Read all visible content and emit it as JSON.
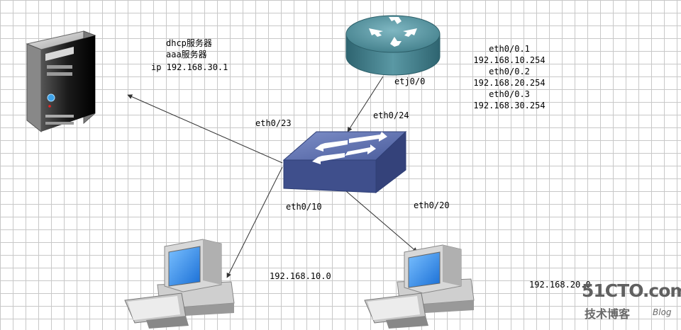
{
  "server_labels": {
    "line1": "dhcp服务器",
    "line2": "aaa服务器",
    "line3": "ip  192.168.30.1"
  },
  "router_labels": {
    "port": "etj0/0",
    "sub1_name": "eth0/0.1",
    "sub1_ip": "192.168.10.254",
    "sub2_name": "eth0/0.2",
    "sub2_ip": "192.168.20.254",
    "sub3_name": "eth0/0.3",
    "sub3_ip": "192.168.30.254"
  },
  "switch_ports": {
    "p23": "eth0/23",
    "p24": "eth0/24",
    "p10": "eth0/10",
    "p20": "eth0/20"
  },
  "pc_labels": {
    "left_net": "192.168.10.0",
    "right_net": "192.168.20.0"
  },
  "watermark": {
    "site": "51CTO.com",
    "tagline": "技术博客",
    "blog": "Blog"
  },
  "colors": {
    "router": "#4a8a96",
    "switch": "#4a5f9e",
    "pc_screen": "#2a7fe0",
    "server_body": "#222222"
  },
  "icons": [
    "server-icon",
    "router-icon",
    "switch-icon",
    "pc-icon"
  ]
}
